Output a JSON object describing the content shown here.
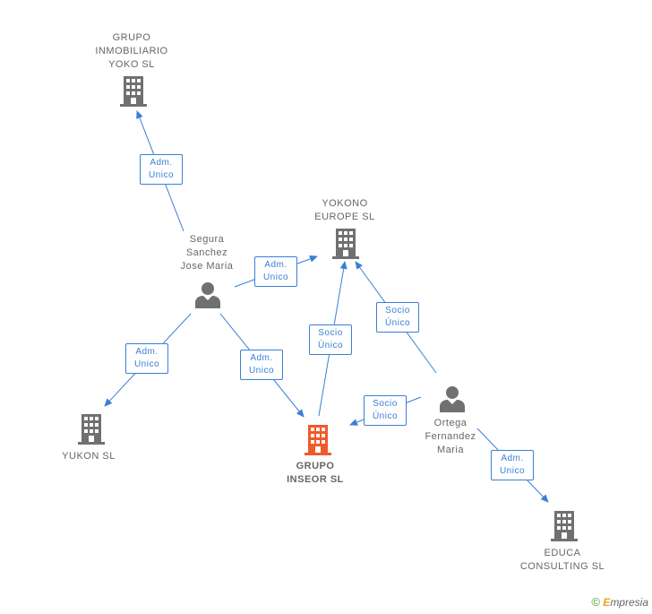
{
  "colors": {
    "edge": "#3a7fd5",
    "company_icon": "#707070",
    "main_company_icon": "#f05a2a",
    "person_icon": "#707070"
  },
  "nodes": {
    "grupo_inmobiliario": {
      "label": "GRUPO\nINMOBILIARIO\nYOKO SL",
      "icon": "building-icon"
    },
    "yokono_europe": {
      "label": "YOKONO\nEUROPE SL",
      "icon": "building-icon"
    },
    "segura_sanchez": {
      "label": "Segura\nSanchez\nJose Maria",
      "icon": "person-icon"
    },
    "yukon": {
      "label": "YUKON SL",
      "icon": "building-icon"
    },
    "grupo_inseor": {
      "label": "GRUPO\nINSEOR SL",
      "icon": "building-icon"
    },
    "ortega_fernandez": {
      "label": "Ortega\nFernandez\nMaria",
      "icon": "person-icon"
    },
    "educa_consulting": {
      "label": "EDUCA\nCONSULTING SL",
      "icon": "building-icon"
    }
  },
  "edges": {
    "segura_to_inmobiliario": {
      "label": "Adm.\nUnico"
    },
    "segura_to_yokono": {
      "label": "Adm.\nUnico"
    },
    "segura_to_yukon": {
      "label": "Adm.\nUnico"
    },
    "segura_to_inseor": {
      "label": "Adm.\nUnico"
    },
    "inseor_to_yokono": {
      "label": "Socio\nÚnico"
    },
    "ortega_to_yokono": {
      "label": "Socio\nÚnico"
    },
    "ortega_to_inseor": {
      "label": "Socio\nÚnico"
    },
    "ortega_to_educa": {
      "label": "Adm.\nUnico"
    }
  },
  "footer": {
    "copyright_symbol": "©",
    "brand_initial": "E",
    "brand_rest": "mpresia"
  }
}
